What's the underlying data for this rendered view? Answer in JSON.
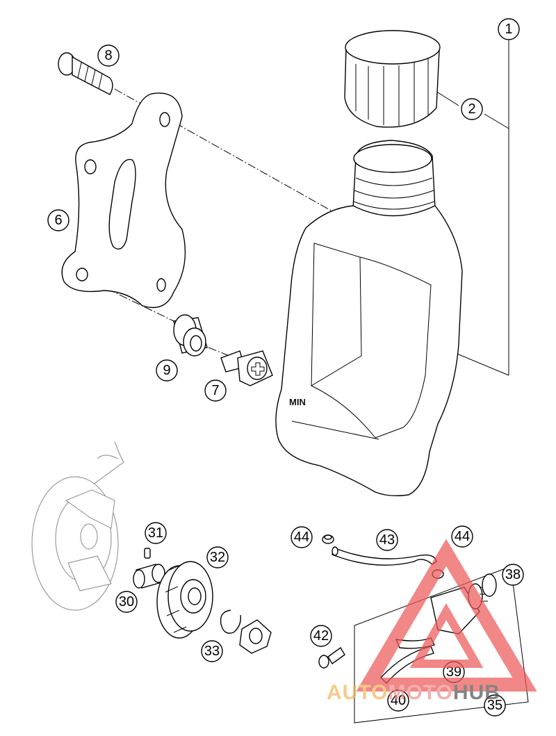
{
  "diagram": {
    "callouts": {
      "c1": "1",
      "c2": "2",
      "c6": "6",
      "c7": "7",
      "c8": "8",
      "c9": "9",
      "c30": "30",
      "c31": "31",
      "c32": "32",
      "c33": "33",
      "c35": "35",
      "c38": "38",
      "c39": "39",
      "c40": "40",
      "c42": "42",
      "c43": "43",
      "c44a": "44",
      "c44b": "44"
    },
    "tank_label": "MIN"
  },
  "watermark": {
    "part1": "AUTO",
    "part2": "MOTO",
    "part3": "HUB",
    "colors": {
      "auto": "#f2b65a",
      "moto": "#f08f8f",
      "hub": "#555555",
      "triangle": "#ec5a5a"
    }
  }
}
